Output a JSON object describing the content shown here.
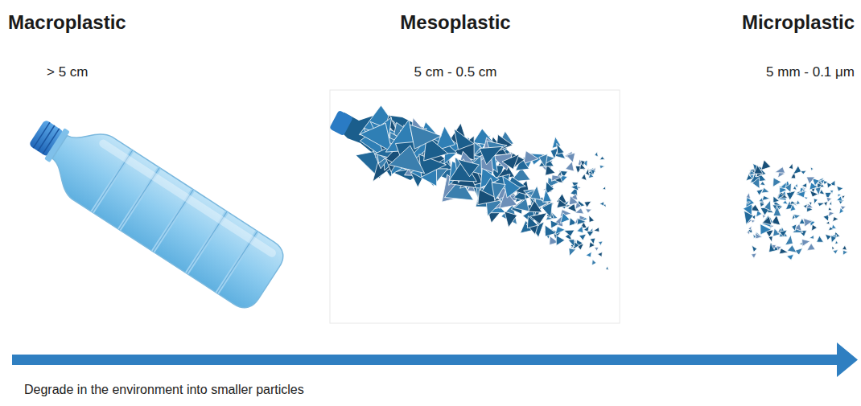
{
  "diagram": {
    "labels": [
      "Macroplastic",
      "> 5 cm",
      "Mesoplastic",
      "5 cm - 0.5 cm",
      "Microplastic",
      "5 mm - 0.1 μm",
      "Degrade in the environment into smaller particles"
    ]
  }
}
